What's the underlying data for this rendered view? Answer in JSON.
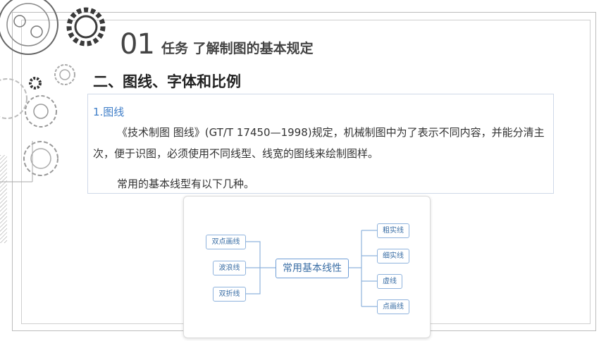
{
  "header": {
    "number": "01",
    "title": "任务 了解制图的基本规定"
  },
  "section": {
    "title": "二、图线、字体和比例"
  },
  "content": {
    "subheading": "1.图线",
    "paragraph1": "《技术制图 图线》(GT/T 17450—1998)规定，机械制图中为了表示不同内容，并能分清主次，便于识图，必须使用不同线型、线宽的图线来绘制图样。",
    "paragraph2": "常用的基本线型有以下几种。"
  },
  "diagram": {
    "center": "常用基本线性",
    "left": [
      "双点画线",
      "波浪线",
      "双折线"
    ],
    "right": [
      "粗实线",
      "细实线",
      "虚线",
      "点画线"
    ]
  },
  "colors": {
    "accent": "#3f7ec8",
    "node_border": "#8fb3dd"
  }
}
